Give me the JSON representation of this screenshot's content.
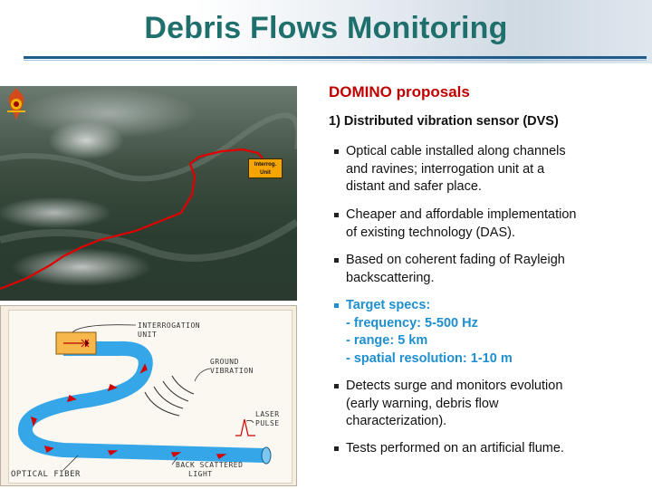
{
  "header": {
    "title": "Debris Flows Monitoring"
  },
  "content": {
    "heading": "DOMINO proposals",
    "item_title": "1)  Distributed vibration sensor (DVS)",
    "bullets": [
      {
        "lines": [
          "Optical cable installed along channels",
          "and ravines; interrogation unit at a",
          "distant and safer place."
        ]
      },
      {
        "lines": [
          "Cheaper and affordable implementation",
          "of existing technology (DAS)."
        ]
      },
      {
        "lines": [
          "Based on coherent fading of Rayleigh",
          "backscattering."
        ]
      },
      {
        "lines": [
          "Target specs:",
          "- frequency: 5-500 Hz",
          "- range: 5 km",
          "- spatial resolution: 1-10 m"
        ]
      },
      {
        "lines": [
          "Detects surge and monitors evolution",
          "(early warning, debris flow",
          "characterization)."
        ]
      },
      {
        "lines": [
          "Tests performed on an artificial flume."
        ]
      }
    ]
  },
  "photo": {
    "interrog_label_1": "Interrog.",
    "interrog_label_2": "Unit",
    "cable_color": "#e00000",
    "unit_color": "#f6a400"
  },
  "diagram": {
    "label_interrogation_1": "INTERROGATION",
    "label_interrogation_2": "UNIT",
    "label_ground_1": "GROUND",
    "label_ground_2": "VIBRATION",
    "label_laser_1": "LASER",
    "label_laser_2": "PULSE",
    "label_backscattered_1": "BACK SCATTERED",
    "label_backscattered_2": "LIGHT",
    "label_fiber": "OPTICAL  FIBER",
    "fiber_color": "#35a7e8"
  },
  "colors": {
    "title": "#1f6f6d",
    "heading": "#c00000",
    "spec": "#1e8fd0"
  }
}
